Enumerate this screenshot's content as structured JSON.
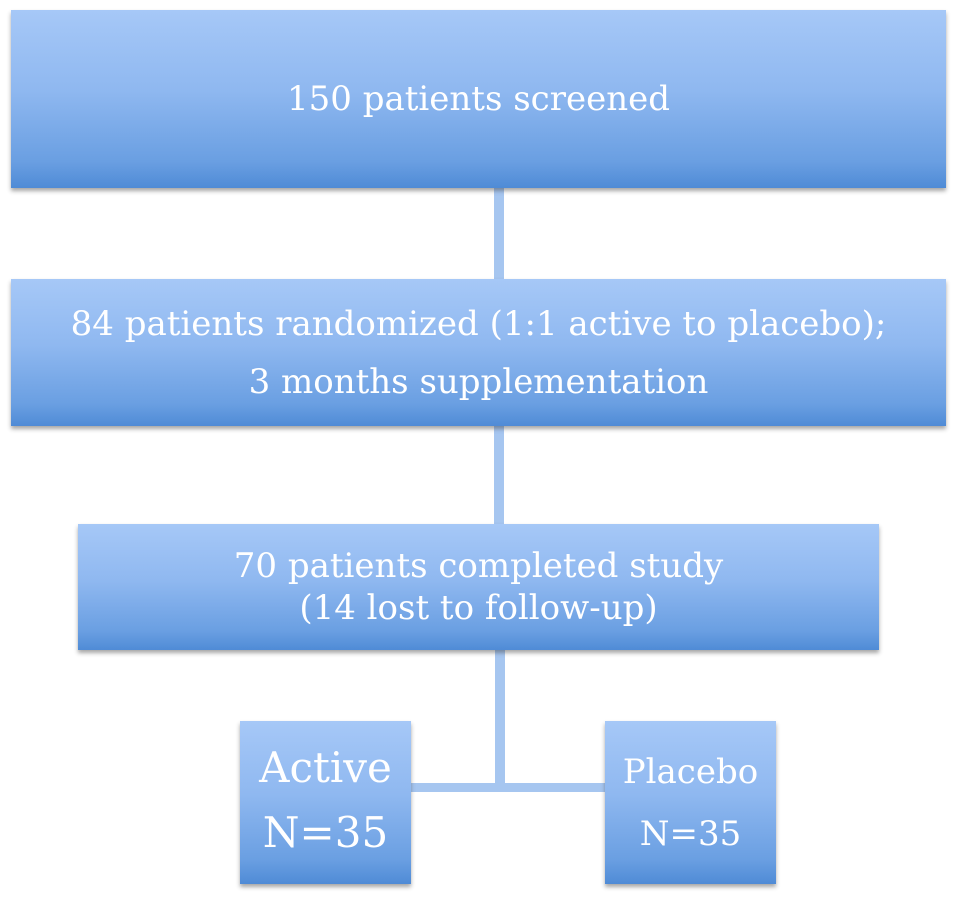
{
  "nodes": {
    "screened": {
      "line1": "150 patients screened"
    },
    "randomized": {
      "line1": "84 patients randomized (1:1 active to placebo);",
      "line2": "3 months supplementation"
    },
    "completed": {
      "line1": "70 patients completed study",
      "line2": "(14 lost to follow-up)"
    },
    "active": {
      "line1": "Active",
      "line2": "N=35"
    },
    "placebo": {
      "line1": "Placebo",
      "line2": "N=35"
    }
  },
  "colors": {
    "box_top": "#a6c8f7",
    "box_bottom": "#4f8bd6",
    "connector": "#a6c6f0",
    "text": "#ffffff"
  }
}
